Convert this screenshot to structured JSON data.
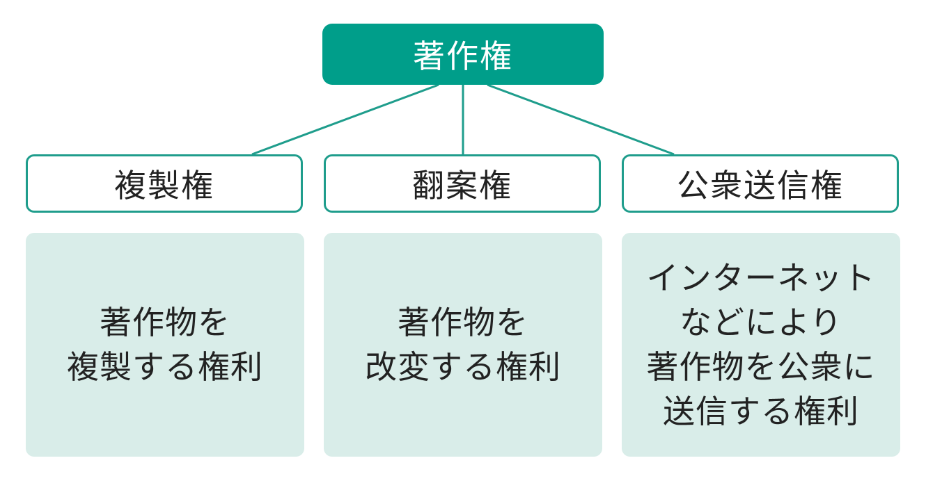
{
  "root": {
    "label": "著作権"
  },
  "branches": [
    {
      "label": "複製権",
      "description_lines": [
        "著作物を",
        "複製する権利"
      ]
    },
    {
      "label": "翻案権",
      "description_lines": [
        "著作物を",
        "改変する権利"
      ]
    },
    {
      "label": "公衆送信権",
      "description_lines": [
        "インターネット",
        "などにより",
        "著作物を公衆に",
        "送信する権利"
      ]
    }
  ],
  "colors": {
    "accent": "#009e8a",
    "border": "#1f9d8c",
    "description_bg": "#d9ede9",
    "text": "#222222"
  }
}
